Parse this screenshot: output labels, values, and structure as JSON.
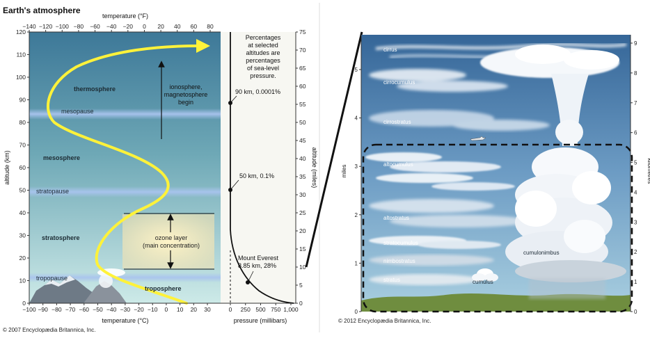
{
  "left": {
    "title": "Earth's atmosphere",
    "top_axis_title": "temperature (°F)",
    "top_ticks": [
      "−140",
      "−120",
      "−100",
      "−80",
      "−60",
      "−40",
      "−20",
      "0",
      "20",
      "40",
      "60",
      "80"
    ],
    "bottom_axis_title": "temperature (°C)",
    "bottom_ticks": [
      "−100",
      "−90",
      "−80",
      "−70",
      "−60",
      "−50",
      "−40",
      "−30",
      "−20",
      "−10",
      "0",
      "10",
      "20",
      "30"
    ],
    "left_axis_title": "altitude (km)",
    "left_ticks": [
      "0",
      "10",
      "20",
      "30",
      "40",
      "50",
      "60",
      "70",
      "80",
      "90",
      "100",
      "110",
      "120"
    ],
    "right_axis_title": "altitude (miles)",
    "right_ticks": [
      "0",
      "5",
      "10",
      "15",
      "20",
      "25",
      "30",
      "35",
      "40",
      "45",
      "50",
      "55",
      "60",
      "65",
      "70",
      "75"
    ],
    "pressure_axis_title": "pressure (millibars)",
    "pressure_ticks": [
      "0",
      "250",
      "500",
      "750",
      "1,000"
    ],
    "layers": {
      "thermosphere": "thermosphere",
      "mesopause": "mesopause",
      "mesosphere": "mesosphere",
      "stratopause": "stratopause",
      "stratosphere": "stratosphere",
      "tropopause": "tropopause",
      "troposphere": "troposphere"
    },
    "ionosphere_note": [
      "ionosphere,",
      "magnetosphere",
      "begin"
    ],
    "ozone_note": [
      "ozone layer",
      "(main concentration)"
    ],
    "percent_note": [
      "Percentages",
      "at selected",
      "altitudes are",
      "percentages",
      "of sea-level",
      "pressure."
    ],
    "pressure_labels": {
      "p90": "90 km, 0.0001%",
      "p50": "50 km, 0.1%",
      "everest": [
        "Mount Everest",
        "8.85 km, 28%"
      ]
    },
    "copyright": "© 2007 Encyclopædia Britannica, Inc.",
    "colors": {
      "sky_top": "#3f7b9a",
      "sky_bottom": "#c3e6e6",
      "curve": "#fff23a",
      "bands": "#a3bfea"
    }
  },
  "right": {
    "left_axis_title": "miles",
    "left_ticks": [
      "0",
      "1",
      "2",
      "3",
      "4",
      "5"
    ],
    "right_axis_title": "kilometres",
    "right_ticks": [
      "0",
      "1",
      "2",
      "3",
      "4",
      "5",
      "6",
      "7",
      "8",
      "9"
    ],
    "clouds": {
      "cirrus": "cirrus",
      "cirrocumulus": "cirrocumulus",
      "cirrostratus": "cirrostratus",
      "altocumulus": "altocumulus",
      "altostratus": "altostratus",
      "stratocumulus": "stratocumulus",
      "nimbostratus": "nimbostratus",
      "stratus": "stratus",
      "cumulus": "cumulus",
      "cumulonimbus": "cumulonimbus"
    },
    "copyright": "© 2012 Encyclopædia Britannica, Inc.",
    "colors": {
      "sky_top": "#3b6d9f",
      "sky_bottom": "#9fc8dc",
      "ground": "#6c8a3f"
    }
  }
}
